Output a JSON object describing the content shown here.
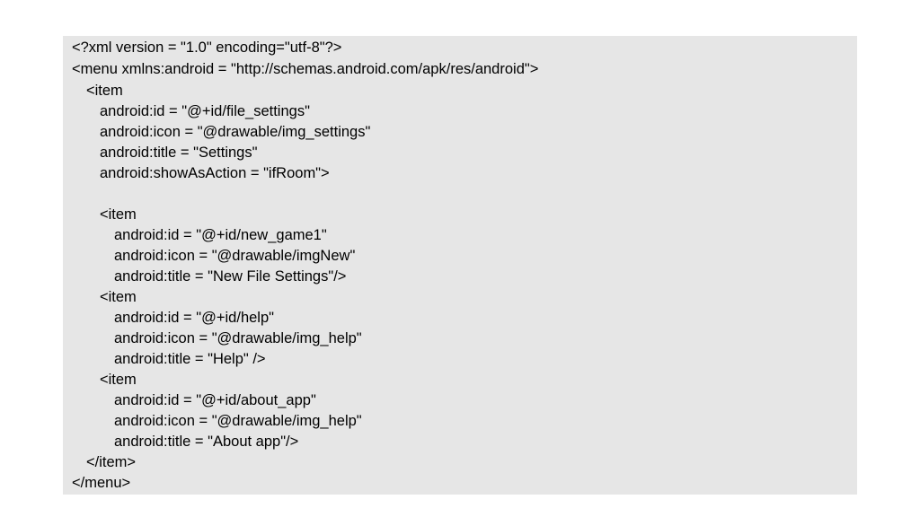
{
  "document": {
    "background_color": "#ffffff",
    "panel_color": "#e6e6e6",
    "lines": [
      "<?xml version = \"1.0\" encoding=\"utf-8\"?>",
      "<menu xmlns:android = \"http://schemas.android.com/apk/res/android\">",
      "<item",
      "android:id = \"@+id/file_settings\"",
      "android:icon = \"@drawable/img_settings\"",
      "android:title = \"Settings\"",
      "android:showAsAction = \"ifRoom\">",
      "",
      "<item",
      "android:id = \"@+id/new_game1\"",
      "android:icon = \"@drawable/imgNew\"",
      "android:title = \"New File Settings\"/>",
      "<item",
      "android:id = \"@+id/help\"",
      "android:icon = \"@drawable/img_help\"",
      "android:title = \"Help\" />",
      "<item",
      "android:id = \"@+id/about_app\"",
      "android:icon = \"@drawable/img_help\"",
      "android:title = \"About app\"/>",
      "</item>",
      "</menu>"
    ]
  }
}
